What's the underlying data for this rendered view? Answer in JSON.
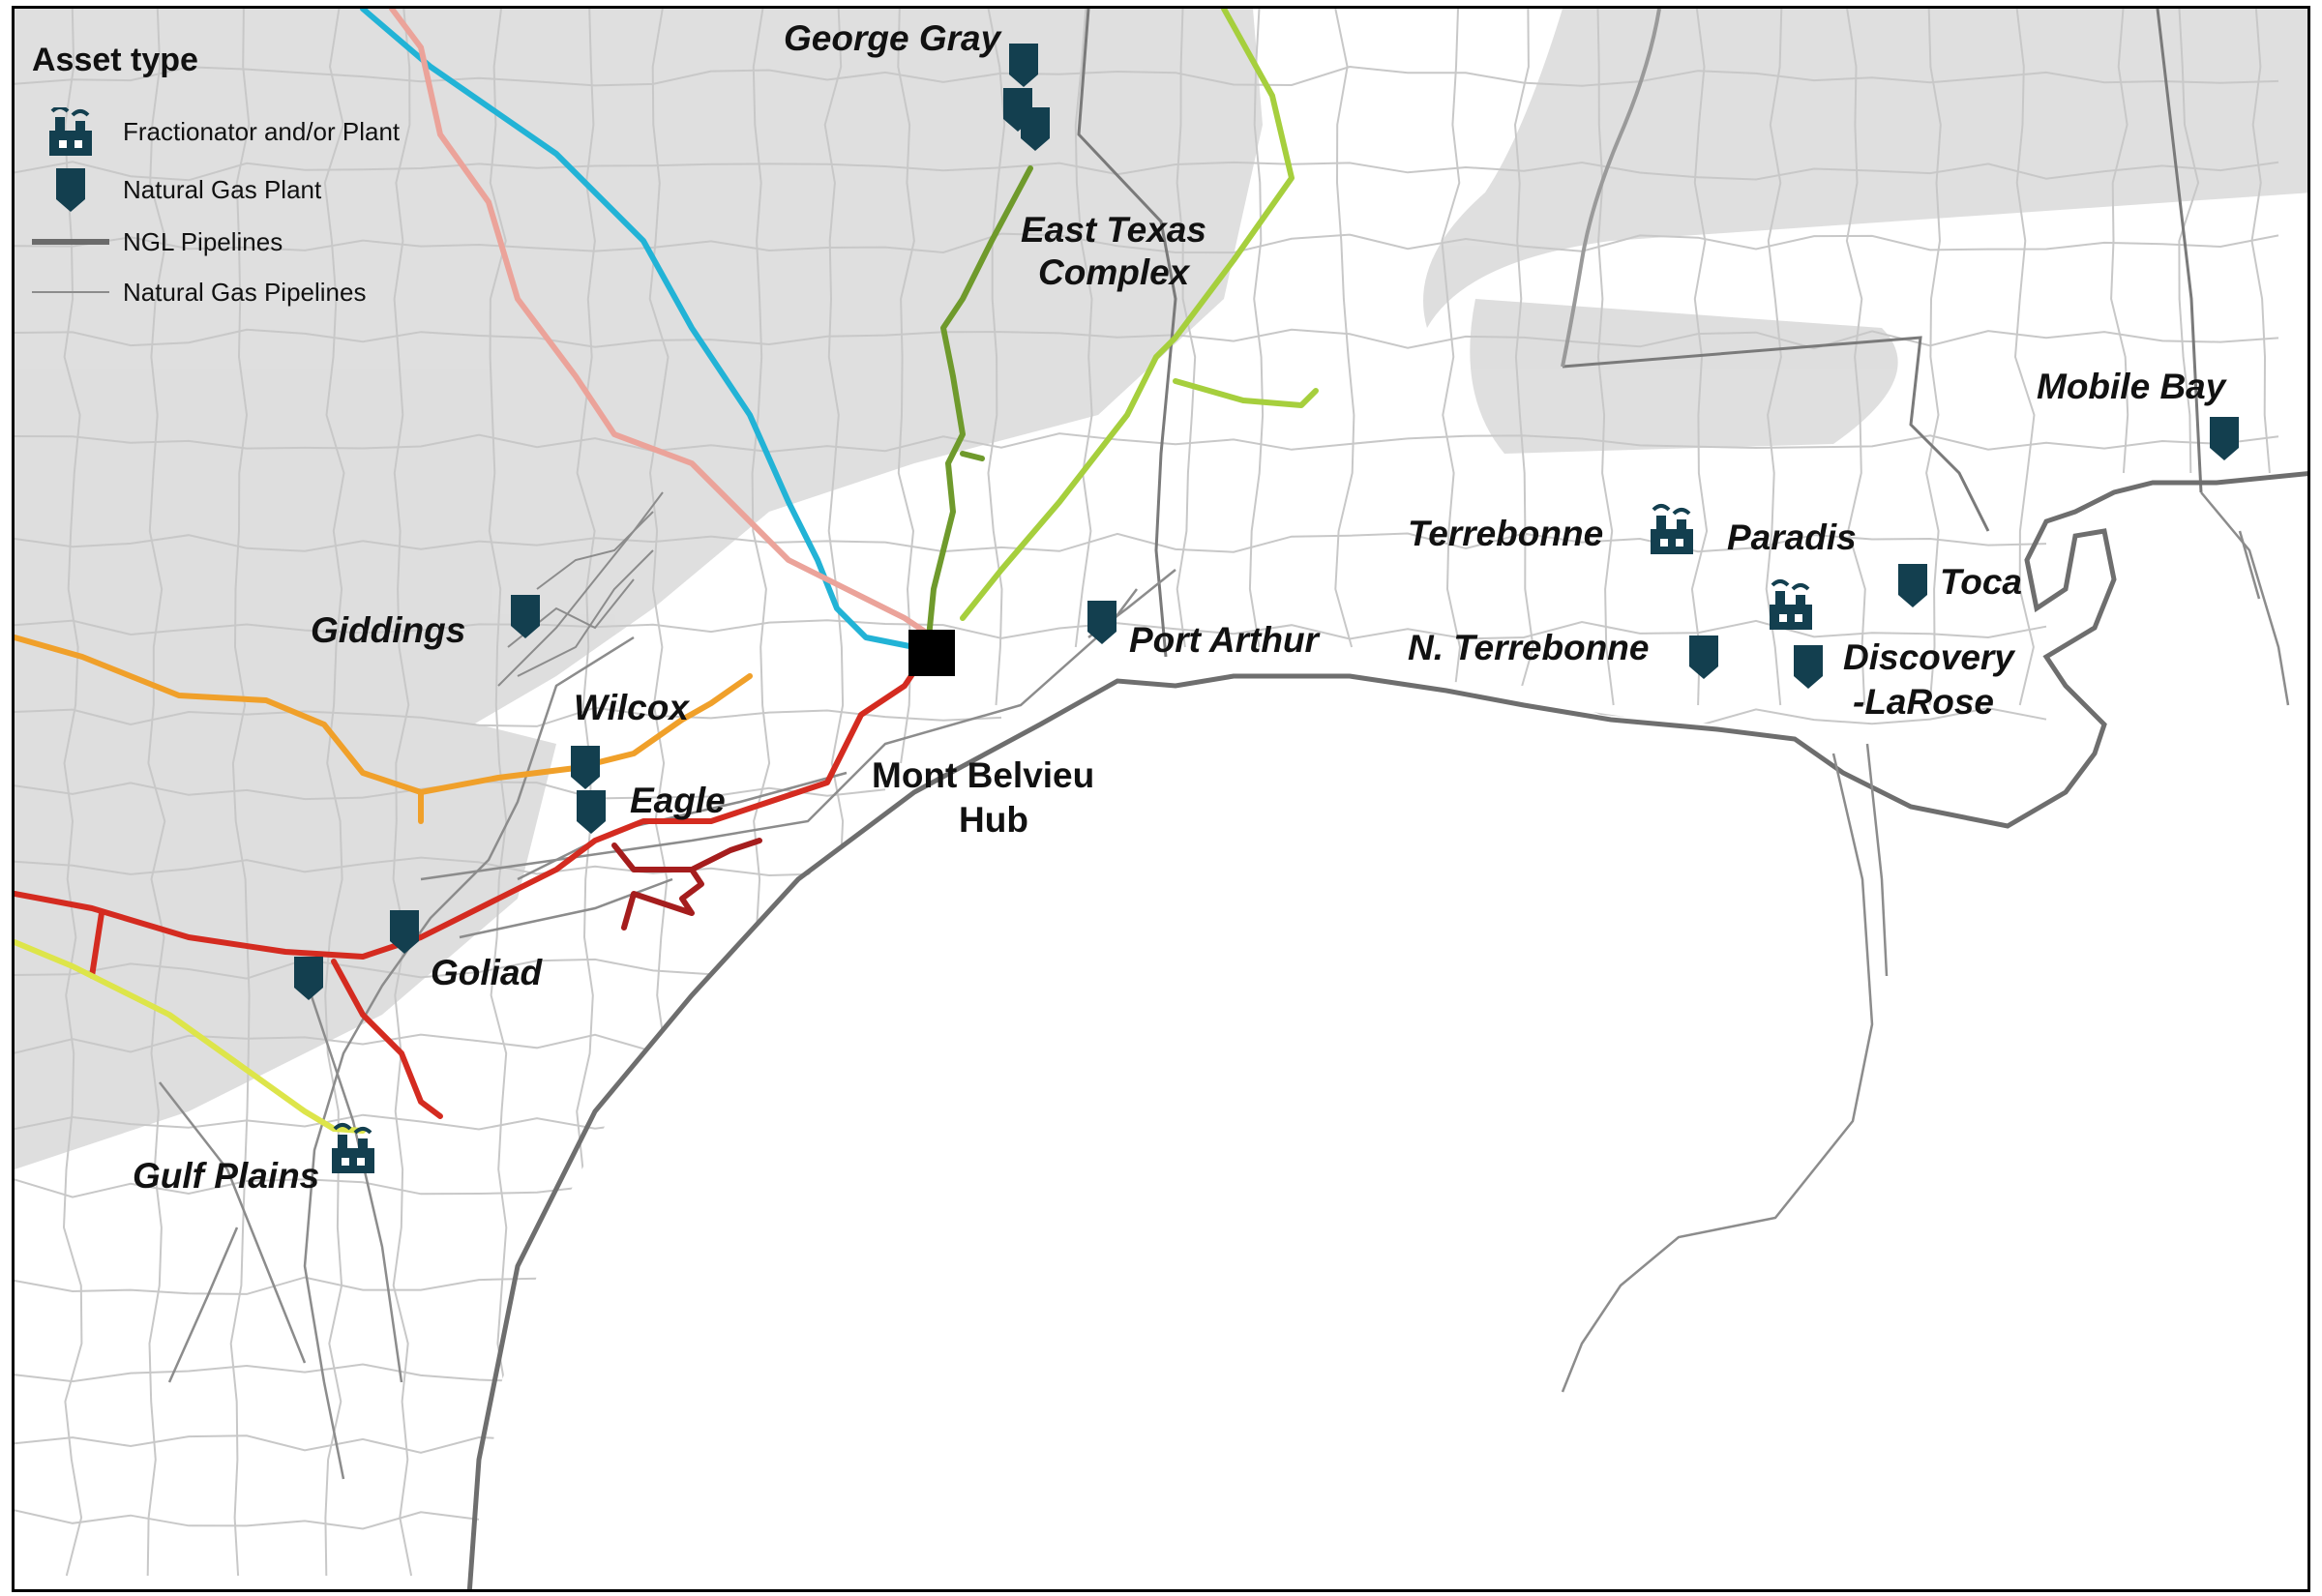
{
  "legend": {
    "title": "Asset type",
    "items": [
      {
        "label": "Fractionator and/or Plant",
        "icon": "factory-icon"
      },
      {
        "label": "Natural Gas Plant",
        "icon": "shield-marker-icon"
      },
      {
        "label": "NGL Pipelines",
        "icon": "thick-line-icon"
      },
      {
        "label": "Natural Gas Pipelines",
        "icon": "thin-line-icon"
      }
    ]
  },
  "labels": {
    "george_gray": "George Gray",
    "east_texas_1": "East Texas",
    "east_texas_2": "Complex",
    "mobile_bay": "Mobile Bay",
    "terrebonne": "Terrebonne",
    "paradis": "Paradis",
    "toca": "Toca",
    "n_terrebonne": "N. Terrebonne",
    "discovery_1": "Discovery",
    "discovery_2": "-LaRose",
    "giddings": "Giddings",
    "port_arthur": "Port Arthur",
    "wilcox": "Wilcox",
    "eagle": "Eagle",
    "mont_belvieu_1": "Mont Belvieu",
    "mont_belvieu_2": "Hub",
    "goliad": "Goliad",
    "gulf_plains": "Gulf Plains"
  },
  "colors": {
    "asset_icon": "#133f4f",
    "hub": "#000000",
    "pipeline_ngl": "#6b6b6b",
    "pipeline_gas": "#8c8c8c",
    "shading": "#d9d9d9",
    "coast": "#6e6e6e",
    "county_lines": "#c8c8c8",
    "state_lines": "#7a7a7a",
    "cyan_line": "#22b3d6",
    "pink_line": "#eba39a",
    "dark_green_line": "#6f9a2c",
    "light_green_line": "#a6cf3d",
    "orange_line": "#f0a02a",
    "red_line": "#d42b20",
    "dark_red_line": "#a51d1d",
    "yellow_line": "#dde54a"
  }
}
